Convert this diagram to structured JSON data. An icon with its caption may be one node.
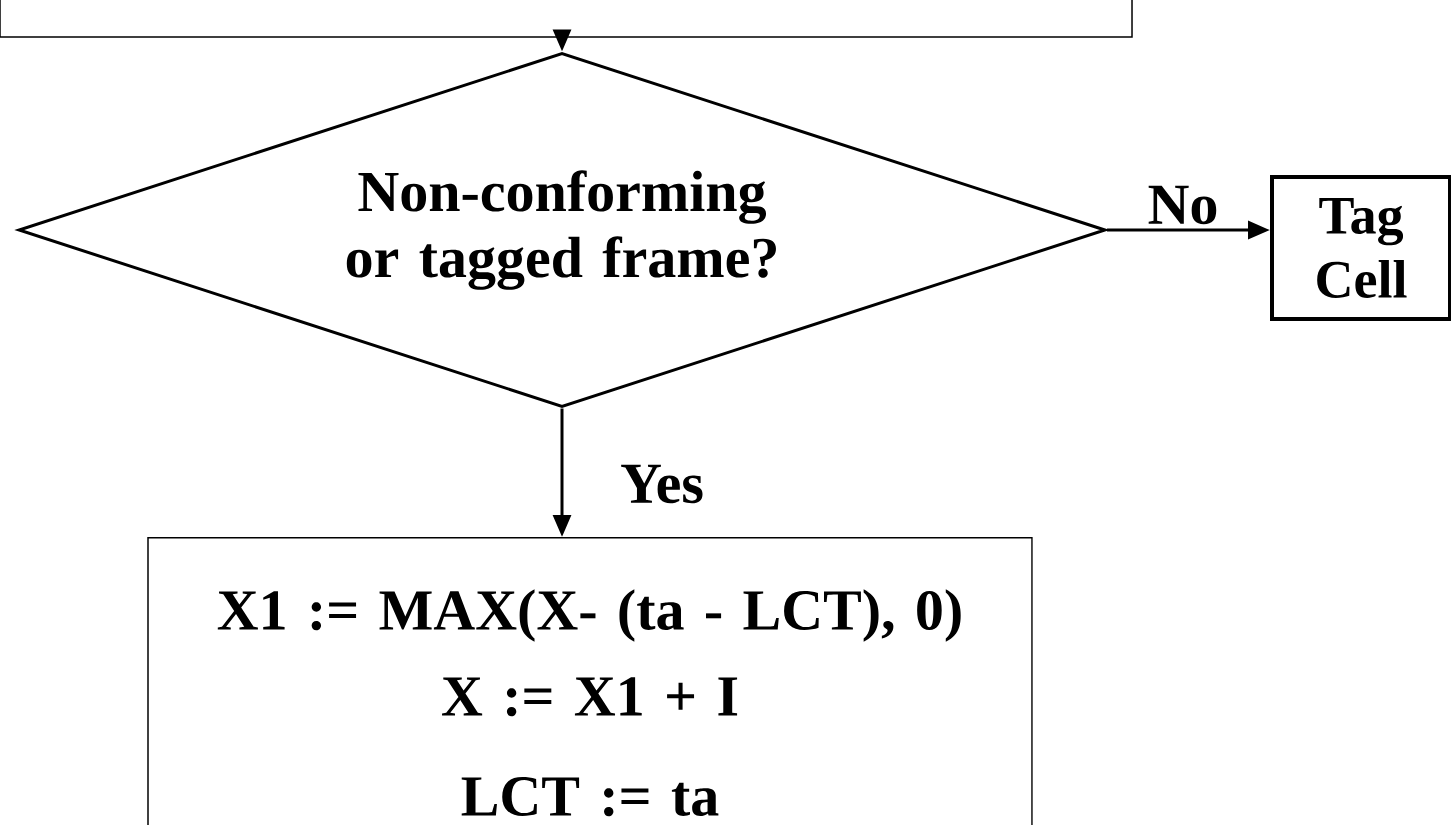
{
  "diagram": {
    "nodes": [
      {
        "text": [],
        "shape": "box"
      },
      {
        "text": [
          "Non-conforming or tagged frame?"
        ]
      },
      {
        "text": [
          "Tag Cell"
        ]
      },
      {
        "text": [
          "X1 := MAX(X- (ta - LCT), 0)",
          "X := X1 + I",
          "LCT := ta"
        ]
      }
    ],
    "edges": [
      {
        "from": 0,
        "to": 1,
        "arrow": "to"
      },
      {
        "from": 1,
        "to": 2,
        "arrow": "to",
        "label": "No"
      },
      {
        "from": 1,
        "to": 3,
        "arrow": "to",
        "label": "Yes"
      }
    ]
  }
}
